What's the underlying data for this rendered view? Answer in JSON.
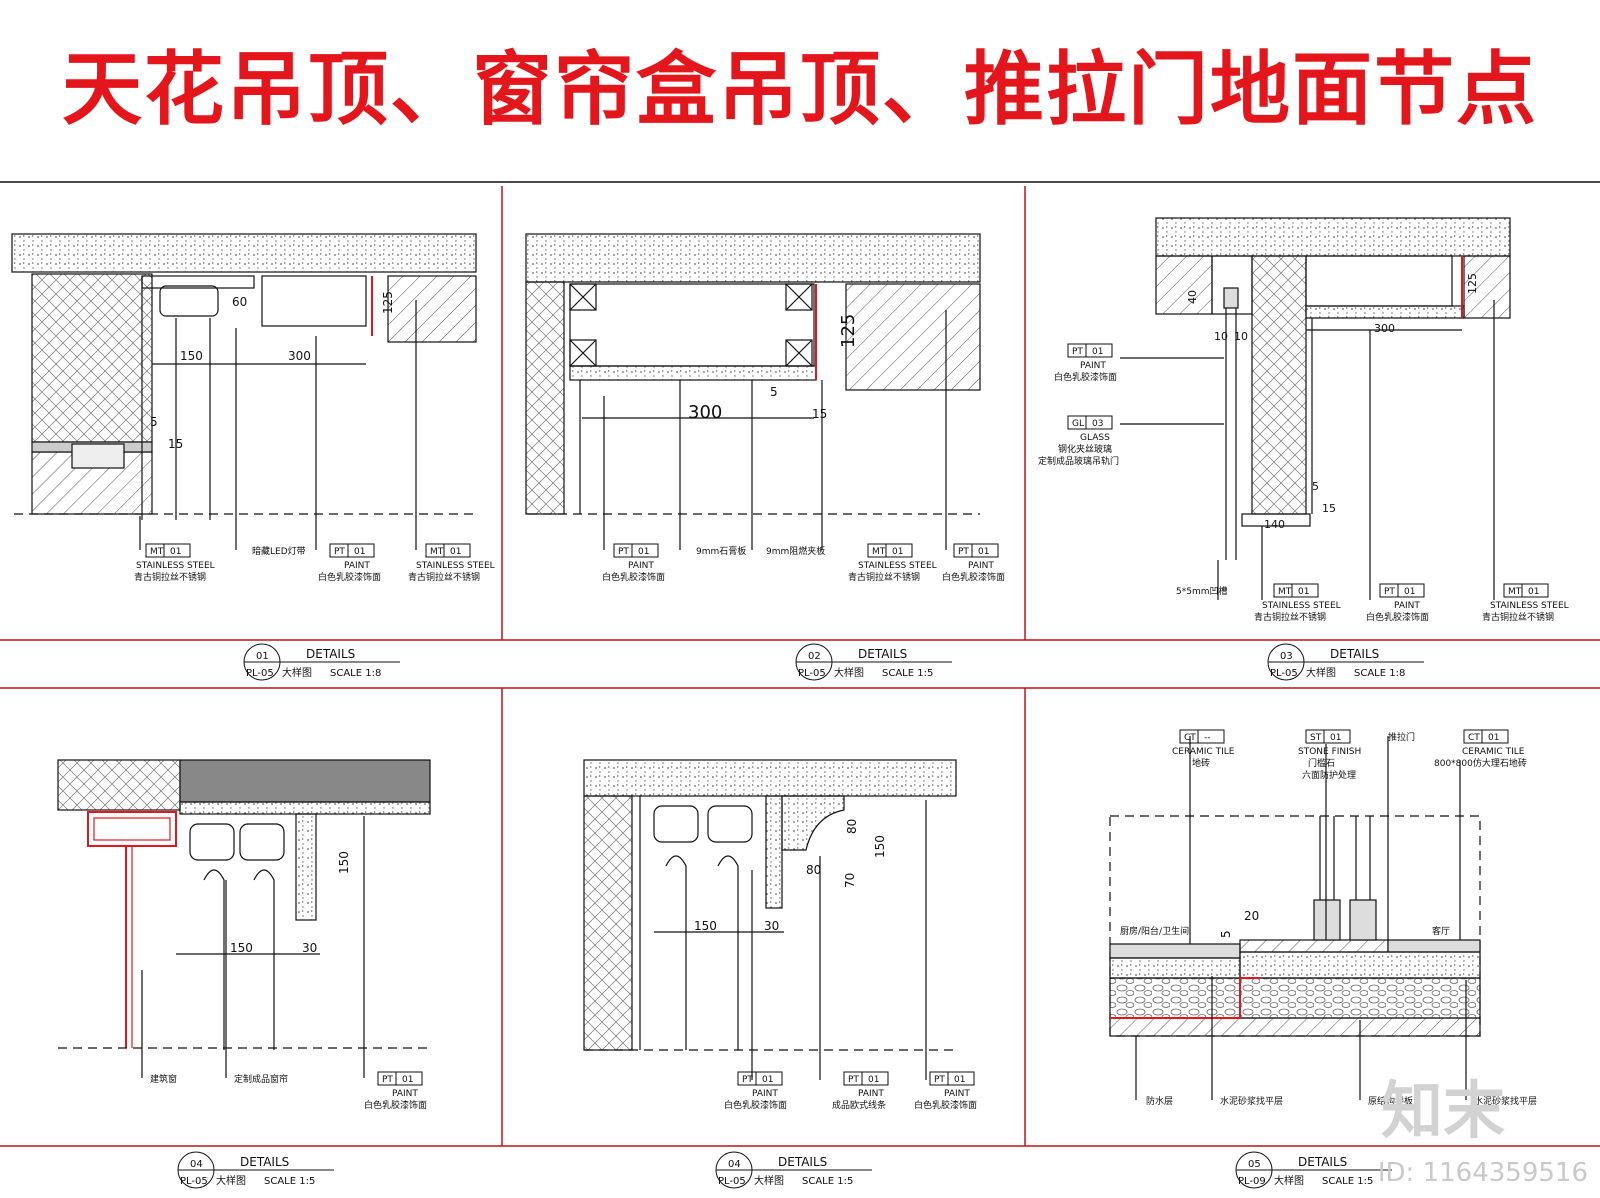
{
  "page_title": "天花吊顶、窗帘盒吊顶、推拉门地面节点",
  "watermark_logo": "知末",
  "watermark_id": "ID: 1164359516",
  "colors": {
    "title": "#e5161b",
    "frame": "#c0141a",
    "line": "#111111"
  },
  "details": [
    {
      "tag_number": "01",
      "tag_sheet": "PL-05",
      "title_en": "DETAILS",
      "title_cn": "大样图",
      "scale": "SCALE 1:8",
      "dims": [
        "60",
        "125",
        "150",
        "300",
        "5",
        "15"
      ],
      "callouts": [
        {
          "code": "MT",
          "num": "01",
          "material": "STAINLESS STEEL",
          "desc": "青古铜拉丝不锈钢"
        },
        {
          "code": "",
          "num": "",
          "material": "",
          "desc": "暗藏LED灯带"
        },
        {
          "code": "PT",
          "num": "01",
          "material": "PAINT",
          "desc": "白色乳胶漆饰面"
        },
        {
          "code": "MT",
          "num": "01",
          "material": "STAINLESS STEEL",
          "desc": "青古铜拉丝不锈钢"
        }
      ]
    },
    {
      "tag_number": "02",
      "tag_sheet": "PL-05",
      "title_en": "DETAILS",
      "title_cn": "大样图",
      "scale": "SCALE 1:5",
      "dims": [
        "125",
        "300",
        "5",
        "15"
      ],
      "callouts": [
        {
          "code": "PT",
          "num": "01",
          "material": "PAINT",
          "desc": "白色乳胶漆饰面"
        },
        {
          "code": "",
          "num": "",
          "material": "",
          "desc": "9mm石膏板"
        },
        {
          "code": "",
          "num": "",
          "material": "",
          "desc": "9mm阻燃夹板"
        },
        {
          "code": "MT",
          "num": "01",
          "material": "STAINLESS STEEL",
          "desc": "青古铜拉丝不锈钢"
        },
        {
          "code": "PT",
          "num": "01",
          "material": "PAINT",
          "desc": "白色乳胶漆饰面"
        }
      ]
    },
    {
      "tag_number": "03",
      "tag_sheet": "PL-05",
      "title_en": "DETAILS",
      "title_cn": "大样图",
      "scale": "SCALE 1:8",
      "dims": [
        "40",
        "125",
        "300",
        "10",
        "10",
        "5",
        "15",
        "140"
      ],
      "callouts": [
        {
          "code": "PT",
          "num": "01",
          "material": "PAINT",
          "desc": "白色乳胶漆饰面"
        },
        {
          "code": "GL",
          "num": "03",
          "material": "GLASS",
          "desc": "钢化夹丝玻璃",
          "desc2": "定制成品玻璃吊轨门"
        },
        {
          "code": "",
          "num": "",
          "material": "",
          "desc": "5*5mm凹槽"
        },
        {
          "code": "MT",
          "num": "01",
          "material": "STAINLESS STEEL",
          "desc": "青古铜拉丝不锈钢"
        },
        {
          "code": "PT",
          "num": "01",
          "material": "PAINT",
          "desc": "白色乳胶漆饰面"
        },
        {
          "code": "MT",
          "num": "01",
          "material": "STAINLESS STEEL",
          "desc": "青古铜拉丝不锈钢"
        }
      ]
    },
    {
      "tag_number": "04",
      "tag_sheet": "PL-05",
      "title_en": "DETAILS",
      "title_cn": "大样图",
      "scale": "SCALE 1:5",
      "dims": [
        "150",
        "150",
        "30"
      ],
      "callouts": [
        {
          "code": "",
          "num": "",
          "material": "",
          "desc": "建筑窗"
        },
        {
          "code": "",
          "num": "",
          "material": "",
          "desc": "定制成品窗帘"
        },
        {
          "code": "PT",
          "num": "01",
          "material": "PAINT",
          "desc": "白色乳胶漆饰面"
        }
      ]
    },
    {
      "tag_number": "04",
      "tag_sheet": "PL-05",
      "title_en": "DETAILS",
      "title_cn": "大样图",
      "scale": "SCALE 1:5",
      "dims": [
        "80",
        "80",
        "150",
        "70",
        "150",
        "30"
      ],
      "callouts": [
        {
          "code": "PT",
          "num": "01",
          "material": "PAINT",
          "desc": "白色乳胶漆饰面"
        },
        {
          "code": "PT",
          "num": "01",
          "material": "PAINT",
          "desc": "成品欧式线条"
        },
        {
          "code": "PT",
          "num": "01",
          "material": "PAINT",
          "desc": "白色乳胶漆饰面"
        }
      ]
    },
    {
      "tag_number": "05",
      "tag_sheet": "PL-09",
      "title_en": "DETAILS",
      "title_cn": "大样图",
      "scale": "SCALE 1:5",
      "dims": [
        "20",
        "5"
      ],
      "callouts": [
        {
          "code": "CT",
          "num": "--",
          "material": "CERAMIC TILE",
          "desc": "地砖"
        },
        {
          "code": "ST",
          "num": "01",
          "material": "STONE FINISH",
          "desc": "门槛石",
          "desc2": "六面防护处理"
        },
        {
          "code": "",
          "num": "",
          "material": "",
          "desc": "推拉门"
        },
        {
          "code": "CT",
          "num": "01",
          "material": "CERAMIC TILE",
          "desc": "800*800仿大理石地砖"
        }
      ],
      "floor_labels": [
        "厨房/阳台/卫生间",
        "客厅"
      ],
      "bottom_labels": [
        "防水层",
        "水泥砂浆找平层",
        "原结构楼板",
        "水泥砂浆找平层"
      ]
    }
  ]
}
